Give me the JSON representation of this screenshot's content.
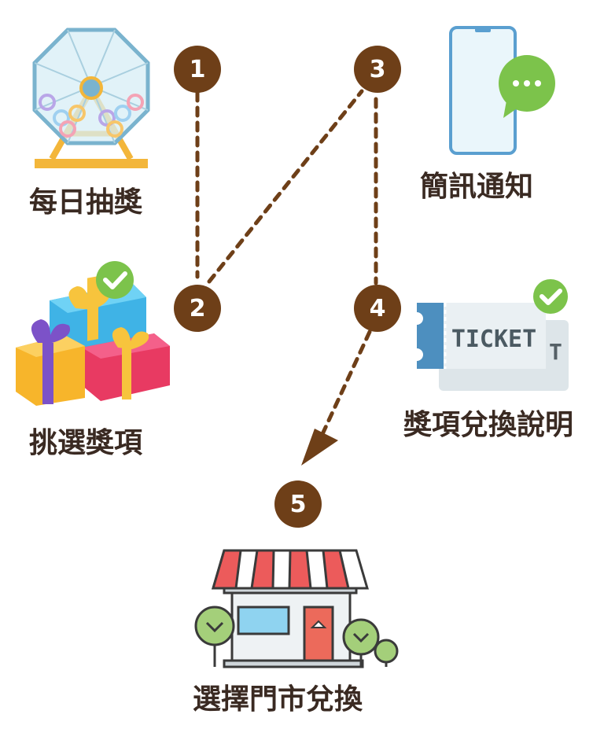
{
  "steps": [
    {
      "number": "1",
      "label": "每日抽獎"
    },
    {
      "number": "2",
      "label": "挑選獎項"
    },
    {
      "number": "3",
      "label": "簡訊通知"
    },
    {
      "number": "4",
      "label": "獎項兌換說明"
    },
    {
      "number": "5",
      "label": "選擇門市兌換"
    }
  ],
  "ticket_text": "TICKET",
  "colors": {
    "step_circle": "#6e3f18",
    "dash": "#6e3f18",
    "label": "#3a2a22",
    "check": "#7cc34b"
  }
}
